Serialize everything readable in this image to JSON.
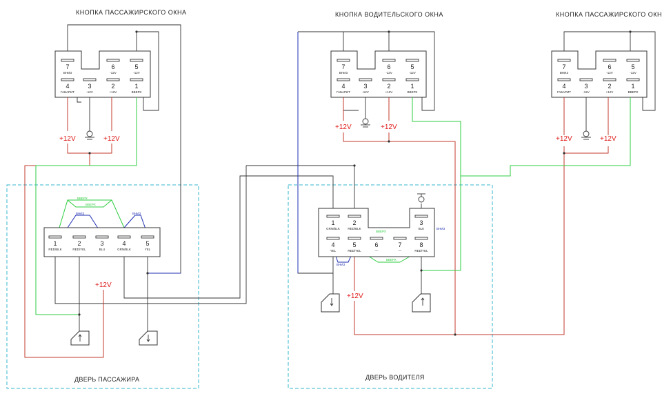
{
  "titles": {
    "left_button": "КНОПКА ПАССАЖИРСКОГО ОКНА",
    "center_button": "КНОПКА ВОДИТЕЛЬСКОГО ОКНА",
    "right_button": "КНОПКА ПАССАЖИРСКОГО ОКНА"
  },
  "switch_pins": {
    "top": [
      {
        "num": "7",
        "sub": "ВНИЗ"
      },
      {
        "num": "6",
        "sub": "-12V"
      },
      {
        "num": "5",
        "sub": "-12V"
      }
    ],
    "bottom": [
      {
        "num": "4",
        "sub": "ГАБАРИТ"
      },
      {
        "num": "3",
        "sub": "-12V"
      },
      {
        "num": "2",
        "sub": "+12V"
      },
      {
        "num": "1",
        "sub": "ВВЕРХ"
      }
    ]
  },
  "supply_label": "+12V",
  "door_passenger": {
    "area_label": "ДВЕРЬ ПАССАЖИРА",
    "pins": [
      {
        "num": "1",
        "sub": "RED/BLK"
      },
      {
        "num": "2",
        "sub": "RED/YEL"
      },
      {
        "num": "3",
        "sub": "BLU"
      },
      {
        "num": "4",
        "sub": "GRN/BLK"
      },
      {
        "num": "5",
        "sub": "YEL"
      }
    ],
    "wire_labels": {
      "up_1": "ВВЕРХ",
      "up_2": "ВВЕРХ",
      "down_1": "ВНИЗ",
      "down_2": "ВНИЗ"
    }
  },
  "door_driver": {
    "area_label": "ДВЕРЬ ВОДИТЕЛЯ",
    "top_pins": [
      {
        "num": "1",
        "sub": "GRN/BLK"
      },
      {
        "num": "2",
        "sub": "RED/BLK"
      },
      {
        "num": "3",
        "sub": "BLK"
      }
    ],
    "bottom_pins": [
      {
        "num": "4",
        "sub": "YEL"
      },
      {
        "num": "5",
        "sub": "RED/YEL"
      },
      {
        "num": "6",
        "sub": "—"
      },
      {
        "num": "7",
        "sub": "—"
      },
      {
        "num": "8",
        "sub": "RED/YEL"
      }
    ],
    "wire_labels": {
      "up_1": "ВВЕРХ",
      "up_2": "ВВЕРХ",
      "down_1": "ВНИЗ",
      "down_2": "ВНИЗ"
    }
  },
  "colors": {
    "wire_red": "#c0392b",
    "wire_green": "#2ecc40",
    "wire_blue": "#1f2fb3",
    "wire_black": "#333333",
    "zone_border": "#33b5cf",
    "label_red": "#e01b1b"
  },
  "icons": {
    "ground": "ground-symbol-icon",
    "lamp": "lamp-symbol-icon",
    "motor_up": "window-up-icon",
    "motor_down": "window-down-icon"
  }
}
